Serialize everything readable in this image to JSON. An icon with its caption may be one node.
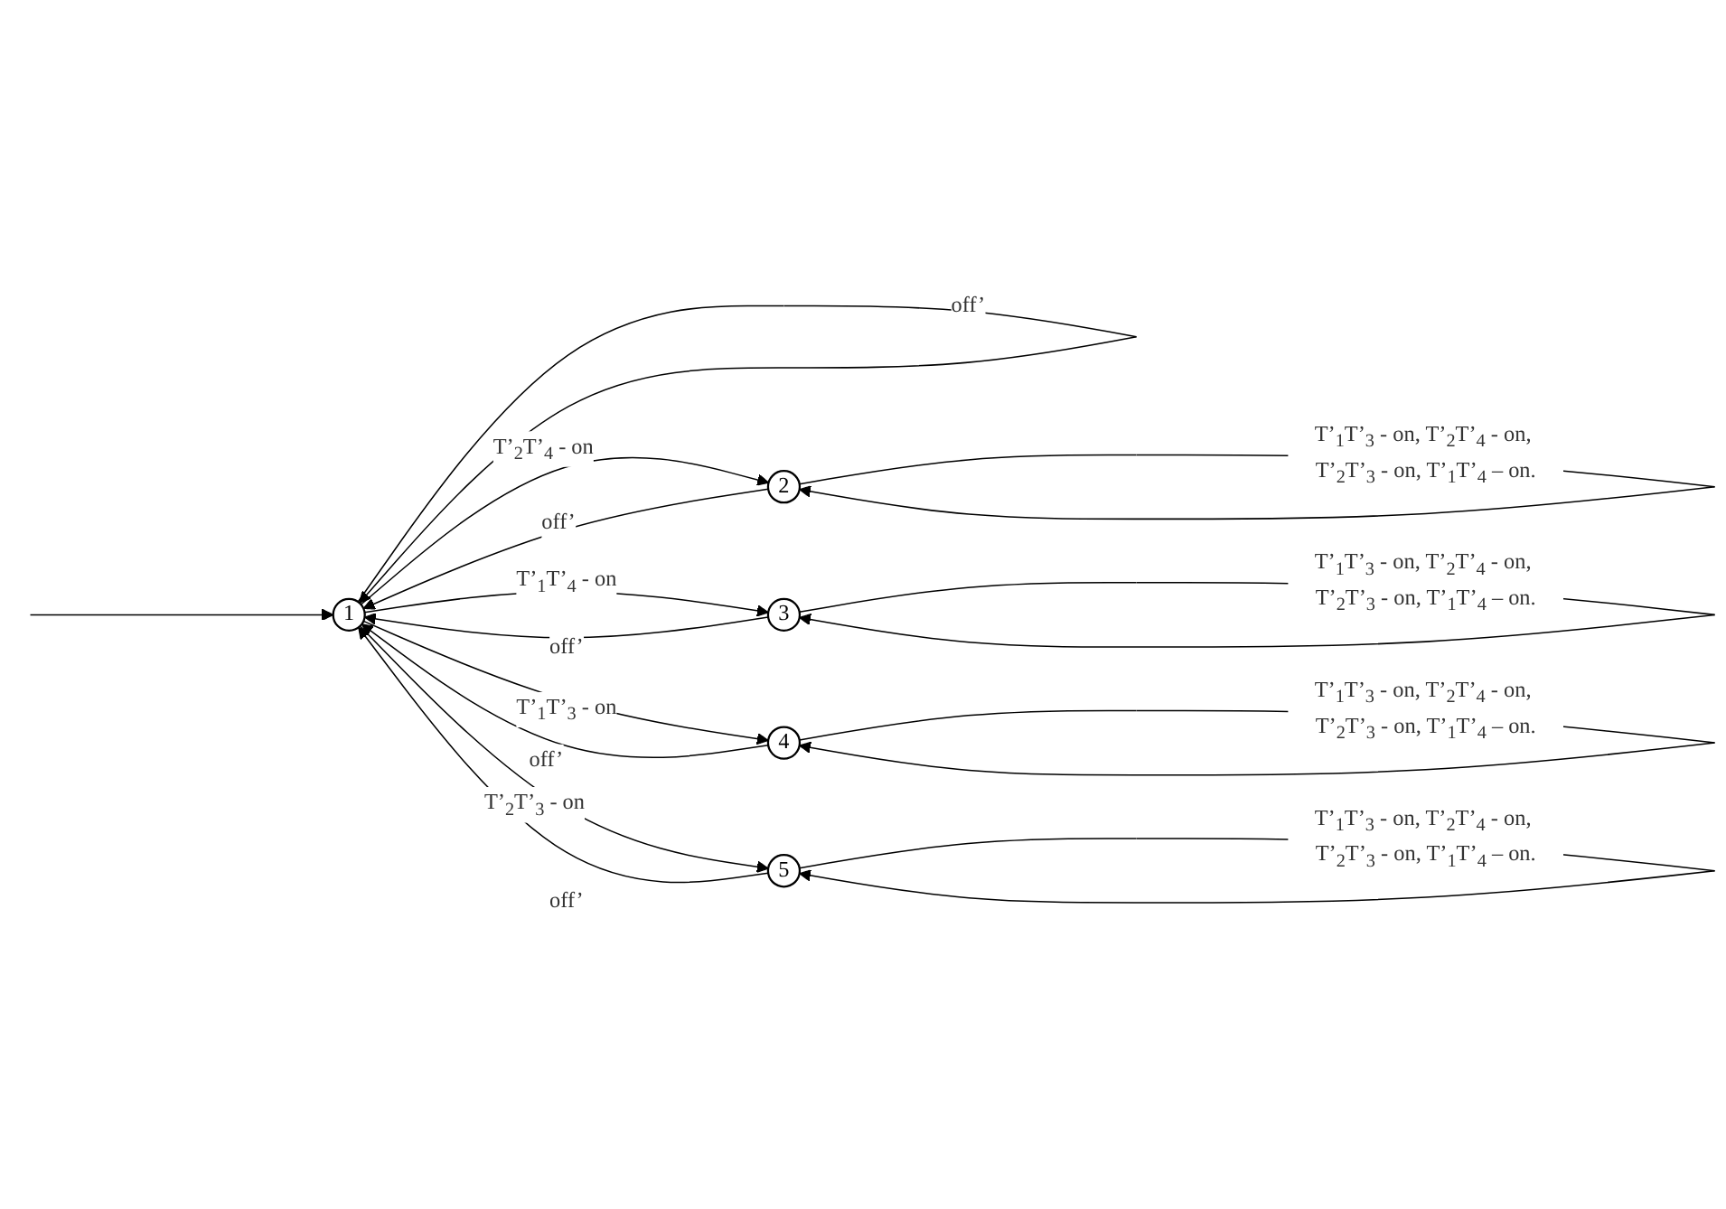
{
  "diagram": {
    "nodes": [
      {
        "text": [
          "1"
        ]
      },
      {
        "text": [
          "2"
        ]
      },
      {
        "text": [
          "3"
        ]
      },
      {
        "text": [
          "4"
        ]
      },
      {
        "text": [
          "5"
        ]
      }
    ],
    "edges": [
      {
        "from": null,
        "to": 0,
        "arrow": "to"
      },
      {
        "from": 0,
        "to": 1,
        "arrow": "to",
        "label": "T’$_{2}$T’$_{4}$ - on"
      },
      {
        "from": 1,
        "to": 0,
        "arrow": "to",
        "label": "off’"
      },
      {
        "from": 0,
        "to": 0,
        "arrow": "to",
        "label": "off’"
      },
      {
        "from": 0,
        "to": 2,
        "arrow": "to",
        "label": "T’$_{1}$T’$_{4}$ - on"
      },
      {
        "from": 2,
        "to": 0,
        "arrow": "to",
        "label": "off’"
      },
      {
        "from": 0,
        "to": 3,
        "arrow": "to",
        "label": "T’$_{1}$T’$_{3}$ - on"
      },
      {
        "from": 3,
        "to": 0,
        "arrow": "to",
        "label": "off’"
      },
      {
        "from": 0,
        "to": 4,
        "arrow": "to",
        "label": "T’$_{2}$T’$_{3}$ - on"
      },
      {
        "from": 4,
        "to": 0,
        "arrow": "to",
        "label": "off’"
      },
      {
        "from": 1,
        "to": 1,
        "arrow": "to",
        "label": "T’$_{1}$T’$_{3}$ - on, T’$_{2}$T’$_{4}$ - on, T’$_{2}$T’$_{3}$ - on, T’$_{1}$T’$_{4}$ – on."
      },
      {
        "from": 2,
        "to": 2,
        "arrow": "to",
        "label": "T’$_{1}$T’$_{3}$ - on, T’$_{2}$T’$_{4}$ - on, T’$_{2}$T’$_{3}$ - on, T’$_{1}$T’$_{4}$ – on."
      },
      {
        "from": 3,
        "to": 3,
        "arrow": "to",
        "label": "T’$_{1}$T’$_{3}$ - on, T’$_{2}$T’$_{4}$ - on, T’$_{2}$T’$_{3}$ - on, T’$_{1}$T’$_{4}$ – on."
      },
      {
        "from": 4,
        "to": 4,
        "arrow": "to",
        "label": "T’$_{1}$T’$_{3}$ - on, T’$_{2}$T’$_{4}$ - on, T’$_{2}$T’$_{3}$ - on, T’$_{1}$T’$_{4}$ – on."
      }
    ]
  }
}
